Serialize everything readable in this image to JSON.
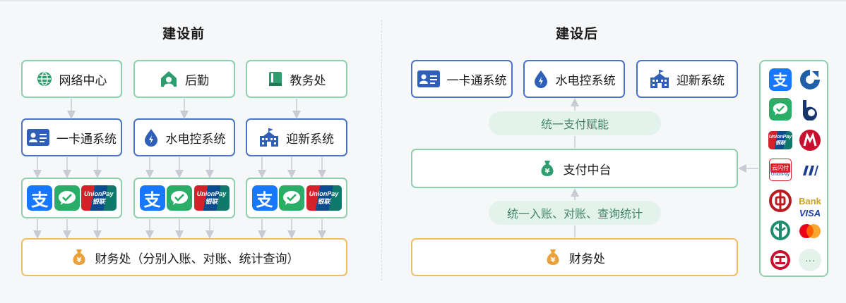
{
  "before": {
    "title": "建设前",
    "top_boxes": [
      "网络中心",
      "后勤",
      "教务处"
    ],
    "systems": [
      "一卡通系统",
      "水电控系统",
      "迎新系统"
    ],
    "finance": "财务处（分别入账、对账、统计查询）"
  },
  "after": {
    "title": "建设后",
    "systems": [
      "一卡通系统",
      "水电控系统",
      "迎新系统"
    ],
    "pill_top": "统一支付赋能",
    "platform": "支付中台",
    "pill_bottom": "统一入账、对账、查询统计",
    "finance": "财务处"
  },
  "payment_icons": {
    "alipay_glyph": "支",
    "unionpay_top": "UnionPay",
    "unionpay_bottom": "银联"
  },
  "wallet": {
    "cloudpay_label": "云闪付",
    "bank_label": "Bank",
    "visa_label": "VISA",
    "more_label": "···"
  },
  "colors": {
    "green_border": "#8fcfae",
    "blue_border": "#4b74c8",
    "orange_border": "#f0bd63",
    "icon_green": "#2e9e6e",
    "icon_blue": "#2f5fb8",
    "money_orange": "#e9a23b",
    "arrow": "#c7ccd3"
  }
}
